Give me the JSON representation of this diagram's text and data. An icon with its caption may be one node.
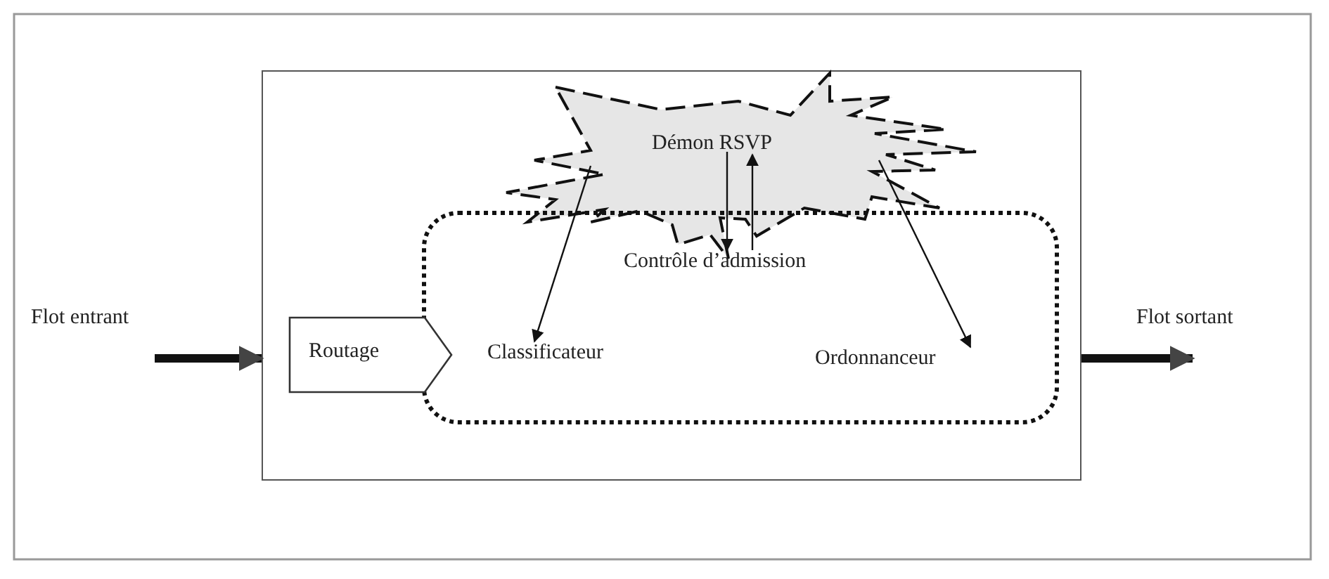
{
  "diagram": {
    "nodes": [
      {
        "text": [],
        "shape": "box"
      },
      {
        "text": [
          "Démon RSVP"
        ],
        "in": 0
      },
      {
        "text": [],
        "shape": "box",
        "in": 0
      },
      {
        "text": [
          "Routage"
        ],
        "in": 0
      },
      {
        "text": [
          "Contrôle d’admission"
        ],
        "in": 2
      },
      {
        "text": [
          "Classificateur"
        ],
        "in": 2
      },
      {
        "text": [
          "Ordonnanceur"
        ],
        "in": 2
      }
    ],
    "edges": [
      {
        "from": null,
        "to": 0,
        "arrow": "to",
        "label": "Flot entrant",
        "style": "thick"
      },
      {
        "from": 0,
        "to": null,
        "arrow": "to",
        "label": "Flot sortant",
        "style": "thick"
      },
      {
        "from": 1,
        "to": 5,
        "arrow": "to"
      },
      {
        "from": 1,
        "to": 6,
        "arrow": "to"
      },
      {
        "from": 1,
        "to": 4,
        "arrow": "to"
      },
      {
        "from": 4,
        "to": 1,
        "arrow": "to"
      }
    ]
  }
}
